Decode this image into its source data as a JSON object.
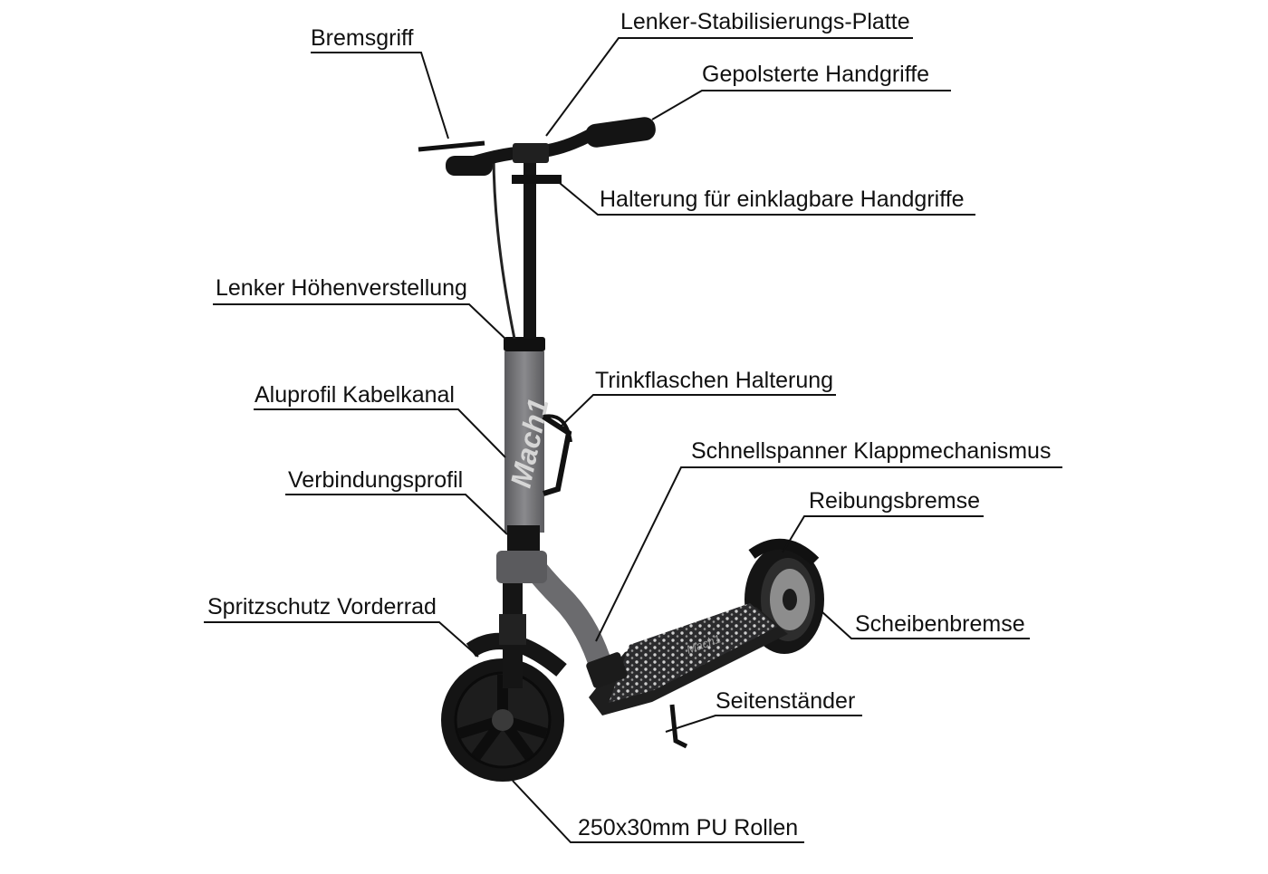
{
  "diagram": {
    "product_brand": "Mach1",
    "deck_brand": "Mach1",
    "labels": {
      "bremsgriff": "Bremsgriff",
      "lenker_platte": "Lenker-Stabilisierungs-Platte",
      "handgriffe": "Gepolsterte Handgriffe",
      "halterung_handgriffe": "Halterung für einklagbare Handgriffe",
      "hoehenverstellung": "Lenker Höhenverstellung",
      "trinkflaschen": "Trinkflaschen Halterung",
      "aluprofil": "Aluprofil Kabelkanal",
      "schnellspanner": "Schnellspanner Klappmechanismus",
      "verbindungsprofil": "Verbindungsprofil",
      "reibungsbremse": "Reibungsbremse",
      "spritzschutz": "Spritzschutz Vorderrad",
      "scheibenbremse": "Scheibenbremse",
      "seitenstaender": "Seitenständer",
      "rollen": "250x30mm PU Rollen"
    },
    "colors": {
      "frame": "#1a1a1a",
      "stem_gray": "#6e6e70",
      "deck": "#2b2b2d",
      "wheel": "#151515",
      "text": "#111111"
    }
  }
}
